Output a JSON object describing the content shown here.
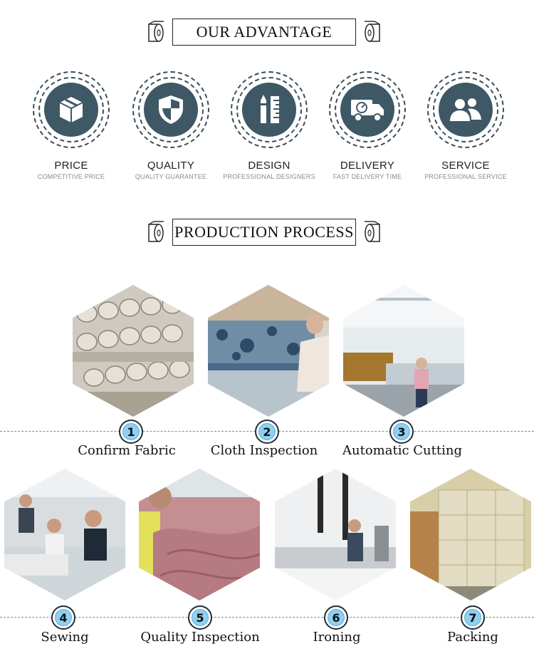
{
  "advantage_header": {
    "title": "OUR ADVANTAGE"
  },
  "advantages": [
    {
      "title": "PRICE",
      "subtitle": "COMPETITIVE PRICE",
      "icon": "box-icon"
    },
    {
      "title": "QUALITY",
      "subtitle": "QUALITY GUARANTEE",
      "icon": "shield-icon"
    },
    {
      "title": "DESIGN",
      "subtitle": "PROFESSIONAL DESIGNERS",
      "icon": "pencil-ruler-icon"
    },
    {
      "title": "DELIVERY",
      "subtitle": "FAST DELIVERY TIME",
      "icon": "truck-icon"
    },
    {
      "title": "SERVICE",
      "subtitle": "PROFESSIONAL SERVICE",
      "icon": "people-icon"
    }
  ],
  "process_header": {
    "title": "PRODUCTION PROCESS"
  },
  "steps": [
    {
      "number": "1",
      "label": "Confirm Fabric"
    },
    {
      "number": "2",
      "label": "Cloth Inspection"
    },
    {
      "number": "3",
      "label": "Automatic Cutting"
    },
    {
      "number": "4",
      "label": "Sewing"
    },
    {
      "number": "5",
      "label": "Quality Inspection"
    },
    {
      "number": "6",
      "label": "Ironing"
    },
    {
      "number": "7",
      "label": "Packing"
    }
  ],
  "colors": {
    "icon_disc": "#3f5866",
    "number_fill": "#8fd0f0",
    "accent_dark": "#1f2d38"
  }
}
